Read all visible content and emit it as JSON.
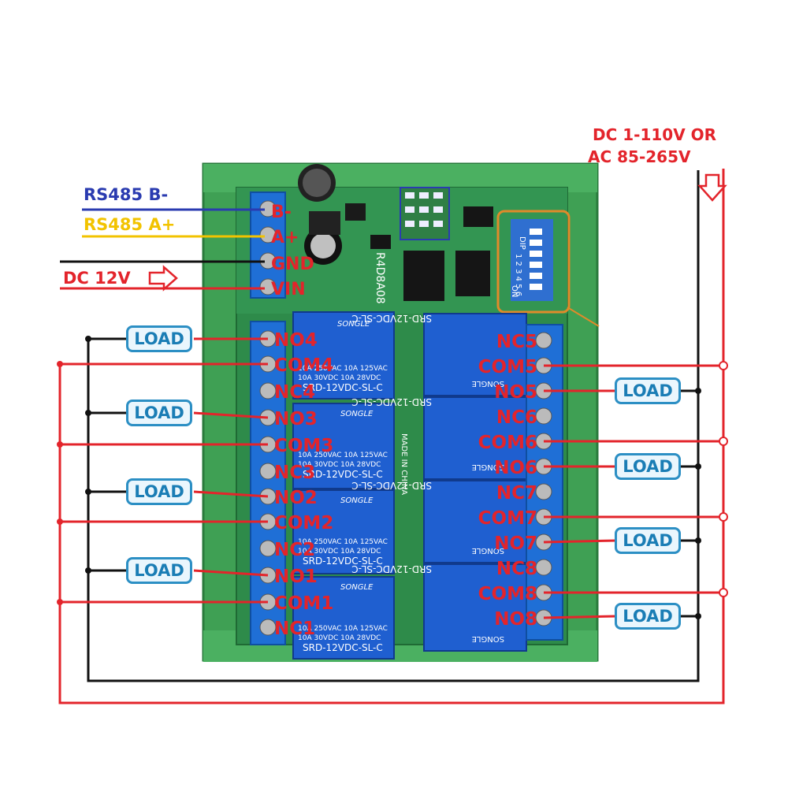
{
  "top_supply": {
    "line1": "DC 1-110V OR",
    "line2": "AC 85-265V"
  },
  "bus_labels": {
    "rs485_b": "RS485 B-",
    "rs485_a": "RS485 A+",
    "dc12": "DC 12V"
  },
  "terminals_left": [
    "B-",
    "A+",
    "GND",
    "VIN"
  ],
  "board": {
    "model": "R4D8A08",
    "made_in": "MADE IN CHINA",
    "dip_label": "DIP",
    "dip_on": "ON",
    "dip_numbers": "1 2 3 4 5 6"
  },
  "relay": {
    "brand": "SONGLE",
    "rating1": "10A 250VAC  10A 125VAC",
    "rating2": "10A 30VDC  10A 28VDC",
    "model": "SRD-12VDC-SL-C"
  },
  "left_relay_pins": [
    "NO4",
    "COM4",
    "NC4",
    "NO3",
    "COM3",
    "NC3",
    "NO2",
    "COM2",
    "NC2",
    "NO1",
    "COM1",
    "NC1"
  ],
  "right_relay_pins": [
    "NC5",
    "COM5",
    "NO5",
    "NC6",
    "COM6",
    "NO6",
    "NC7",
    "COM7",
    "NO7",
    "NC8",
    "COM8",
    "NO8"
  ],
  "load_label": "LOAD",
  "colors": {
    "red": "#e3242b",
    "black": "#111111",
    "blue": "#2a3bb0",
    "yellow": "#f2c300",
    "pcb": "#2e8b4a",
    "relay": "#1f5fd0",
    "terminal": "#1f6fd6"
  }
}
